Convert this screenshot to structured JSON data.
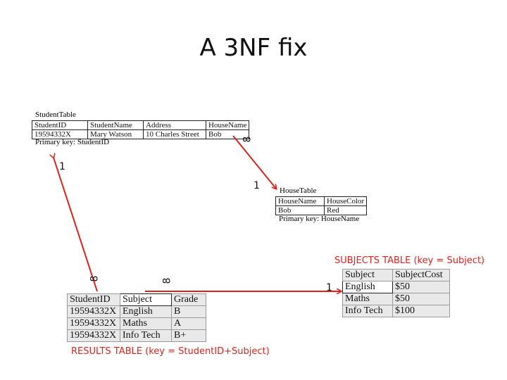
{
  "title": "A 3NF fix",
  "student_table": {
    "caption": "StudentTable",
    "headers": [
      "StudentID",
      "StudentName",
      "Address",
      "HouseName"
    ],
    "rows": [
      [
        "19594332X",
        "Mary Watson",
        "10 Charles Street",
        "Bob"
      ]
    ],
    "footer": "Primary key: StudentID"
  },
  "house_table": {
    "caption": "HouseTable",
    "headers": [
      "HouseName",
      "HouseColor"
    ],
    "rows": [
      [
        "Bob",
        "Red"
      ]
    ],
    "footer": "Primary key: HouseName"
  },
  "subjects_table": {
    "label": "SUBJECTS TABLE (key = Subject)",
    "headers": [
      "Subject",
      "SubjectCost"
    ],
    "rows": [
      [
        "English",
        "$50"
      ],
      [
        "Maths",
        "$50"
      ],
      [
        "Info Tech",
        "$100"
      ]
    ]
  },
  "results_table": {
    "label": "RESULTS TABLE (key = StudentID+Subject)",
    "headers": [
      "StudentID",
      "Subject",
      "Grade"
    ],
    "rows": [
      [
        "19594332X",
        "English",
        "B"
      ],
      [
        "19594332X",
        "Maths",
        "A"
      ],
      [
        "19594332X",
        "Info Tech",
        "B+"
      ]
    ]
  },
  "cardinality": {
    "student_one": "1",
    "student_many": "8",
    "house_one": "1",
    "results_student_many": "8",
    "results_subject_many": "8",
    "subjects_one": "1"
  },
  "colors": {
    "accent": "#e0221b"
  }
}
